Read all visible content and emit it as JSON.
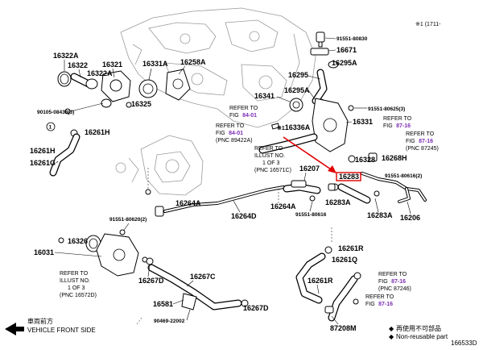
{
  "header": {
    "note": "※1 (1711-"
  },
  "parts": {
    "p91551_80830": "91551-80830",
    "p16671": "16671",
    "p16295A_top": "16295A",
    "p16295": "16295",
    "p16295A_mid": "16295A",
    "p16322A_a": "16322A",
    "p16322": "16322",
    "p16322A_b": "16322A",
    "p16321": "16321",
    "p16331A": "16331A",
    "p16258A": "16258A",
    "p16325": "16325",
    "p90105": "90105-08438",
    "p90105_qty": "(3)",
    "p16341": "16341",
    "p91551_80625": "91551-80625",
    "p91551_80625_qty": "(3)",
    "p16331": "16331",
    "p16336A": "16336A",
    "p16336A_prefix": "※1",
    "p16261H_top": "16261H",
    "p16261H_left": "16261H",
    "p16261G": "16261G",
    "p16328": "16328",
    "p16268H": "16268H",
    "p16283": "16283",
    "p91551_80616_2": "91551-80616",
    "p91551_80616_2_qty": "(2)",
    "p16207": "16207",
    "p16264A_a": "16264A",
    "p16264A_b": "16264A",
    "p16264D": "16264D",
    "p16283A_a": "16283A",
    "p16283A_b": "16283A",
    "p16206": "16206",
    "p91551_80616": "91551-80616",
    "p91551_80620": "91551-80620",
    "p91551_80620_qty": "(2)",
    "p16326": "16326",
    "p16031": "16031",
    "p16261R_a": "16261R",
    "p16261Q": "16261Q",
    "p16267D_a": "16267D",
    "p16267C": "16267C",
    "p16261R_b": "16261R",
    "p16581": "16581",
    "p16267D_b": "16267D",
    "p90469": "90469-22002",
    "p87208M": "87208M"
  },
  "refs": {
    "r1_a": "REFER TO",
    "r1_b": "FIG",
    "r1_fig": "84-01",
    "r2_a": "REFER TO",
    "r2_b": "FIG",
    "r2_fig": "84-01",
    "r2_c": "(PNC 89422A)",
    "r3_a": "REFER TO",
    "r3_b": "ILLUST NO.",
    "r3_c": "1 OF 3",
    "r3_d": "(PNC 16571C)",
    "r4_a": "REFER TO",
    "r4_b": "FIG",
    "r4_fig": "87-16",
    "r5_a": "REFER TO",
    "r5_b": "FIG",
    "r5_fig": "87-16",
    "r5_c": "(PNC 87245)",
    "r6_a": "REFER TO",
    "r6_b": "ILLUST NO.",
    "r6_c": "1 OF 3",
    "r6_d": "(PNC 16572D)",
    "r7_a": "REFER TO",
    "r7_b": "FIG",
    "r7_fig": "87-16",
    "r7_c": "(PNC 87246)",
    "r8_a": "REFER TO",
    "r8_b": "FIG",
    "r8_fig": "87-16"
  },
  "footer": {
    "direction_jp": "車両前方",
    "direction_en": "VEHICLE FRONT SIDE",
    "legend_jp": "再使用不可部品",
    "legend_en": "Non-reusable part",
    "legend_mark": "◆",
    "diagram_id": "166533D"
  },
  "colors": {
    "figref": "#7b2fb3",
    "highlight": "#e00000",
    "linework": "#000000",
    "engine": "#9a9a9a"
  }
}
